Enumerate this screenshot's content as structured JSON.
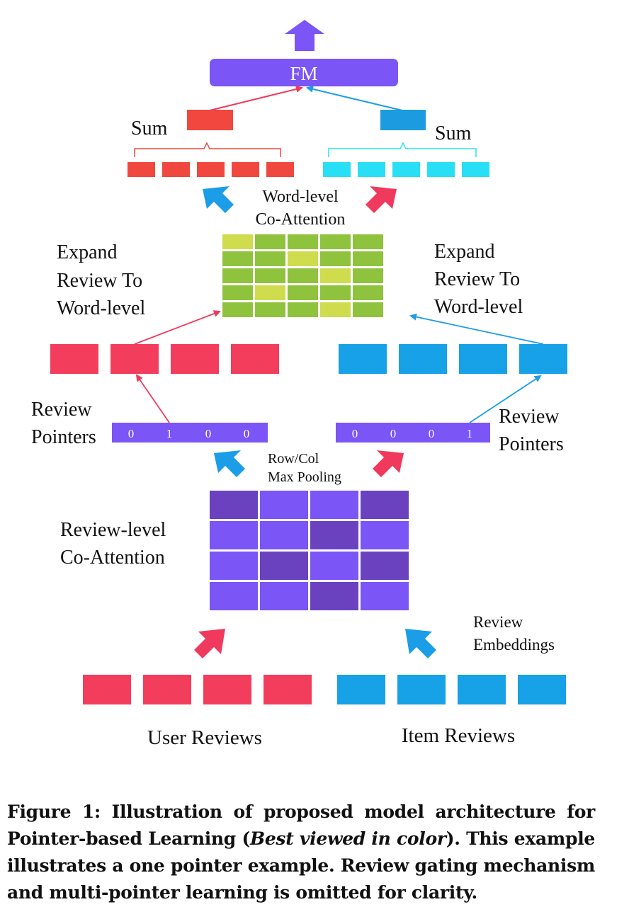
{
  "colors": {
    "purple": "#7b55f5",
    "purple_dark": "#6a42c0",
    "red_top": "#f0473e",
    "red": "#f23d5c",
    "blue_top": "#1d9be0",
    "cyan": "#29dff5",
    "blue": "#17a1e6",
    "green": "#8fc23d",
    "yellow": "#cfdc4e",
    "arrow_red": "#f03a5d",
    "arrow_blue": "#1c9de8"
  },
  "labels": {
    "fm": "FM",
    "sum_left": "Sum",
    "sum_right": "Sum",
    "word_level_line1": "Word-level",
    "word_level_line2": "Co-Attention",
    "expand_left_line1": "Expand",
    "expand_left_line2": "Review To",
    "expand_left_line3": "Word-level",
    "expand_right_line1": "Expand",
    "expand_right_line2": "Review To",
    "expand_right_line3": "Word-level",
    "pointers_left_line1": "Review",
    "pointers_left_line2": "Pointers",
    "pointers_right_line1": "Review",
    "pointers_right_line2": "Pointers",
    "pooling_line1": "Row/Col",
    "pooling_line2": "Max Pooling",
    "review_level_line1": "Review-level",
    "review_level_line2": "Co-Attention",
    "embeddings_line1": "Review",
    "embeddings_line2": "Embeddings",
    "user_reviews": "User Reviews",
    "item_reviews": "Item Reviews"
  },
  "pointers_left": [
    "0",
    "1",
    "0",
    "0"
  ],
  "pointers_right": [
    "0",
    "0",
    "0",
    "1"
  ],
  "word_attention_highlight": [
    [
      1,
      0,
      0,
      0,
      0
    ],
    [
      0,
      0,
      1,
      0,
      0
    ],
    [
      0,
      0,
      0,
      1,
      0
    ],
    [
      0,
      1,
      0,
      0,
      0
    ],
    [
      0,
      0,
      0,
      1,
      0
    ]
  ],
  "review_attention_dark": [
    [
      1,
      0,
      0,
      1
    ],
    [
      0,
      0,
      1,
      0
    ],
    [
      0,
      1,
      0,
      1
    ],
    [
      0,
      0,
      1,
      0
    ]
  ],
  "caption": {
    "prefix": "Figure 1: Illustration of proposed model architecture for Pointer-based Learning (",
    "emphasis": "Best viewed in color",
    "suffix": "). This example illustrates a one pointer example. Review gating mechanism and multi-pointer learning is omitted for clarity."
  }
}
